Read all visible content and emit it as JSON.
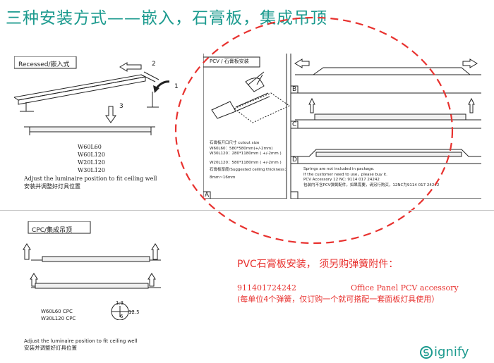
{
  "title": "三种安装方式——嵌入，石膏板，集成吊顶",
  "recessed": {
    "label": "Recessed/嵌入式",
    "step1": "1",
    "step2": "2",
    "step3": "3",
    "models": [
      "W60L60",
      "W60L120",
      "W20L120",
      "W30L120"
    ],
    "note_en": "Adjust the luminaire position to fit ceiling well",
    "note_cn": "安装并调整好灯具位置"
  },
  "pcv": {
    "label": "PCV / 石膏板安装",
    "cutout_title": "石膏板开口尺寸 cutout size",
    "cutout_1": "W60L60：580*580mm(+/-2mm)",
    "cutout_2": "W30L120：280*1180mm ( +/-2mm )",
    "cutout_3": "W20L120：580*1180mm ( +/-2mm )",
    "thickness": "石膏板厚度/Suggested ceiling thickness：",
    "thickness_val": "8mm~16mm",
    "panel_a": "A",
    "panel_b": "B",
    "panel_c": "C",
    "panel_d": "D",
    "springs_1": "Springs are not included in package.",
    "springs_2": "If the customer need to use，please buy it.",
    "springs_3": "PCV Accessory 12 NC: 9114 017 24242",
    "springs_4": "包装内不含PCV弹簧配件，如果需要，请另行购买，12NC为9114 017 24242"
  },
  "cpc": {
    "label": "CPC/集成吊顶",
    "models": [
      "W60L60 CPC",
      "W30L120 CPC"
    ],
    "dim_a": "1.3",
    "dim_b": "12.5",
    "dim_c": "6",
    "note_en": "Adjust the luminaire position to fit ceiling well",
    "note_cn": "安装并调整好灯具位置"
  },
  "notice": {
    "headline": "PVC石膏板安装，  须另购弹簧附件：",
    "code": "911401724242",
    "product": "Office Panel PCV accessory",
    "detail": "(每单位4个弹簧，仅订购一个就可搭配一套面板灯具使用）"
  },
  "brand": {
    "name": "signify",
    "color": "#1b9a8e"
  },
  "colors": {
    "title": "#1b9a8e",
    "highlight": "#e8322f"
  }
}
